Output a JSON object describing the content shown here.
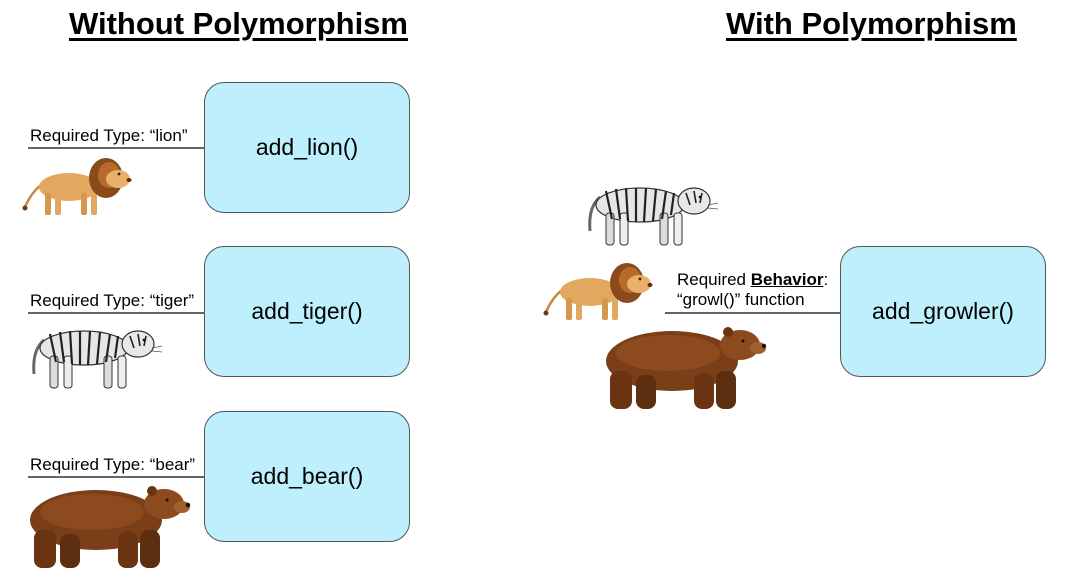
{
  "left": {
    "title": "Without Polymorphism",
    "rows": [
      {
        "label": "Required Type: “lion”",
        "func": "add_lion()",
        "animal_icon": "lion-icon"
      },
      {
        "label": "Required Type: “tiger”",
        "func": "add_tiger()",
        "animal_icon": "tiger-icon"
      },
      {
        "label": "Required Type: “bear”",
        "func": "add_bear()",
        "animal_icon": "bear-icon"
      }
    ]
  },
  "right": {
    "title": "With Polymorphism",
    "label_prefix": "Required ",
    "label_bold": "Behavior",
    "label_suffix": ":",
    "label_line2": "“growl()” function",
    "func": "add_growler()",
    "animal_icons": [
      "tiger-icon",
      "lion-icon",
      "bear-icon"
    ]
  },
  "colors": {
    "box_fill": "#bdf0fc",
    "box_border": "#555555",
    "line": "#666666",
    "lion": "#e0a45c",
    "tiger": "#9a9a9a",
    "bear": "#7a3f18"
  }
}
